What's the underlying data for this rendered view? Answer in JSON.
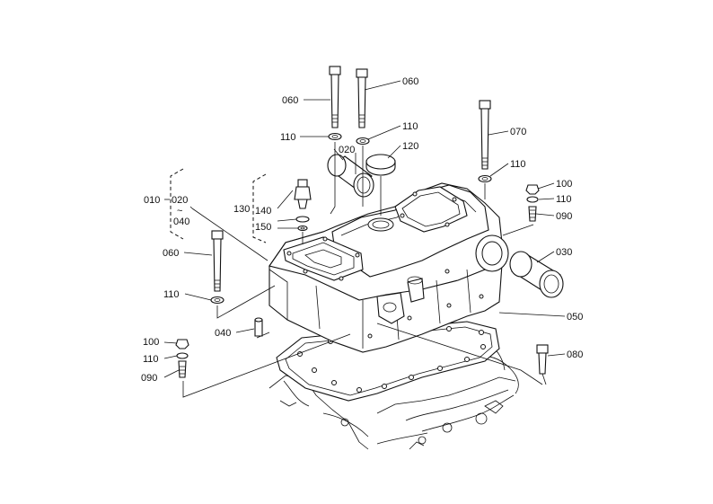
{
  "labels": {
    "l060a": "060",
    "l060b": "060",
    "l060c": "060",
    "l110a": "110",
    "l110b": "110",
    "l110c": "110",
    "l110d": "110",
    "l110e": "110",
    "l110f": "110",
    "l070": "070",
    "l120": "120",
    "l020a": "020",
    "l020b": "020",
    "l010": "010",
    "l040a": "040",
    "l040b": "040",
    "l130": "130",
    "l140": "140",
    "l150": "150",
    "l100a": "100",
    "l100b": "100",
    "l090a": "090",
    "l090b": "090",
    "l030": "030",
    "l050": "050",
    "l080": "080"
  }
}
